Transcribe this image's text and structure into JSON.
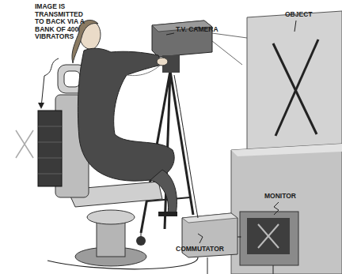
{
  "diagram": {
    "labels": [
      "IMAGE IS TRANSMITTED TO BACK VIA A BANK OF 400 VIBRATORS",
      "T.V. CAMERA",
      "OBJECT",
      "MONITOR",
      "COMMUTATOR"
    ]
  }
}
